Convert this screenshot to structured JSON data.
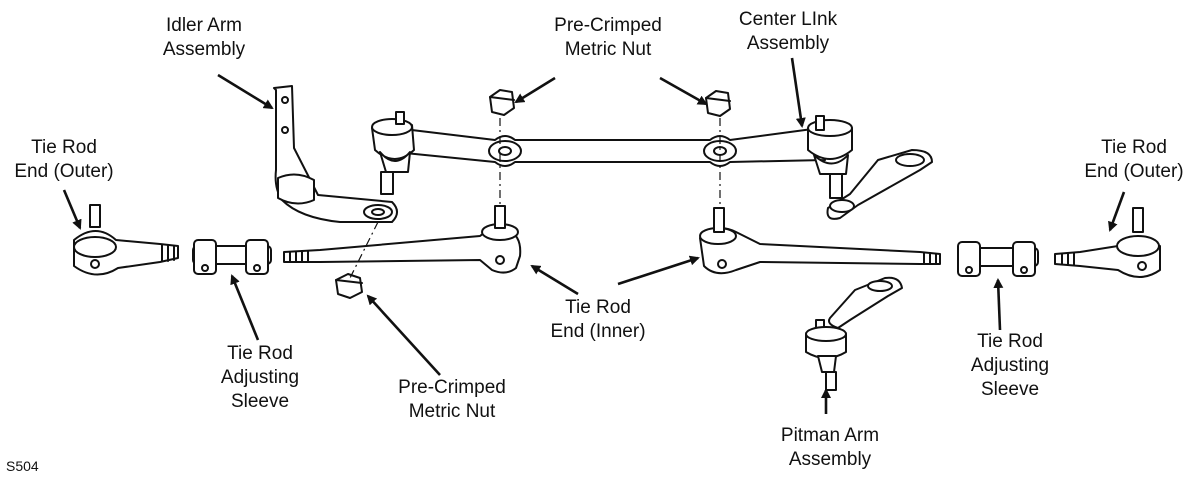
{
  "labels": {
    "idler_arm": [
      "Idler Arm",
      "Assembly"
    ],
    "nut_top": [
      "Pre-Crimped",
      "Metric Nut"
    ],
    "center_link": [
      "Center LInk",
      "Assembly"
    ],
    "tie_rod_outer_left": [
      "Tie Rod",
      "End (Outer)"
    ],
    "tie_rod_outer_right": [
      "Tie Rod",
      "End (Outer)"
    ],
    "adjusting_sleeve_left": [
      "Tie Rod",
      "Adjusting",
      "Sleeve"
    ],
    "nut_bottom": [
      "Pre-Crimped",
      "Metric Nut"
    ],
    "tie_rod_inner": [
      "Tie Rod",
      "End (Inner)"
    ],
    "pitman_arm": [
      "Pitman Arm",
      "Assembly"
    ],
    "adjusting_sleeve_right": [
      "Tie Rod",
      "Adjusting",
      "Sleeve"
    ]
  },
  "figure_code": "S504"
}
